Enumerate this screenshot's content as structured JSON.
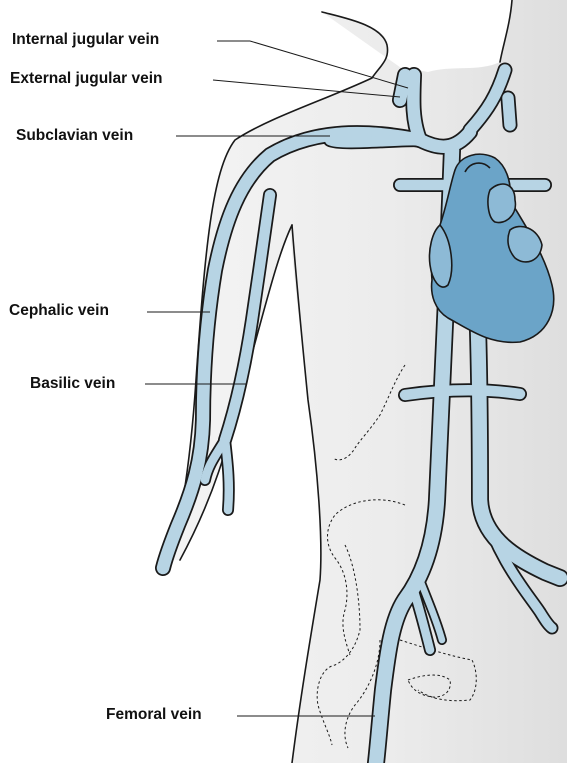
{
  "labels": {
    "internal_jugular": "Internal jugular vein",
    "external_jugular": "External jugular vein",
    "subclavian": "Subclavian vein",
    "cephalic": "Cephalic vein",
    "basilic": "Basilic vein",
    "femoral": "Femoral vein"
  },
  "colors": {
    "vein_fill": "#b7d4e4",
    "heart_fill": "#6ba4c8",
    "heart_light": "#8dbad6",
    "body_shade": "#ececec",
    "outline": "#1a1a1a"
  }
}
